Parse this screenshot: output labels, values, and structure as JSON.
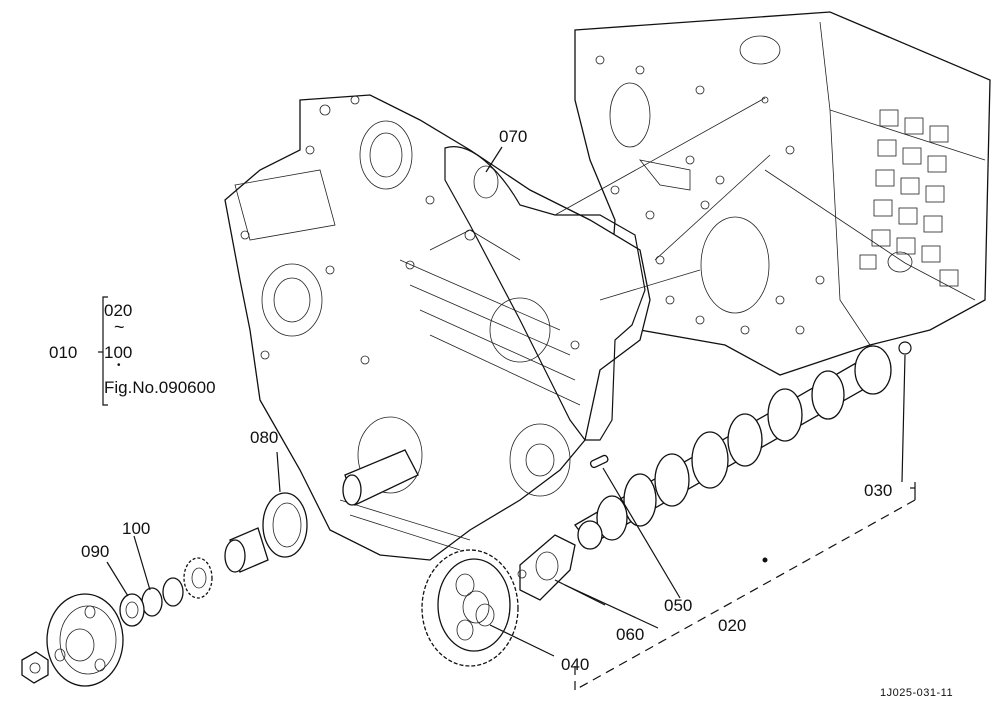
{
  "callouts": {
    "p010": "010",
    "p020_range_start": "020",
    "tilde": "~",
    "p100_range_end": "100",
    "dot": "•",
    "figure_ref": "Fig.No.090600",
    "p020": "020",
    "p030": "030",
    "p040": "040",
    "p050": "050",
    "p060": "060",
    "p070": "070",
    "p080": "080",
    "p090": "090",
    "p100": "100"
  },
  "drawing_code": "1J025-031-11"
}
